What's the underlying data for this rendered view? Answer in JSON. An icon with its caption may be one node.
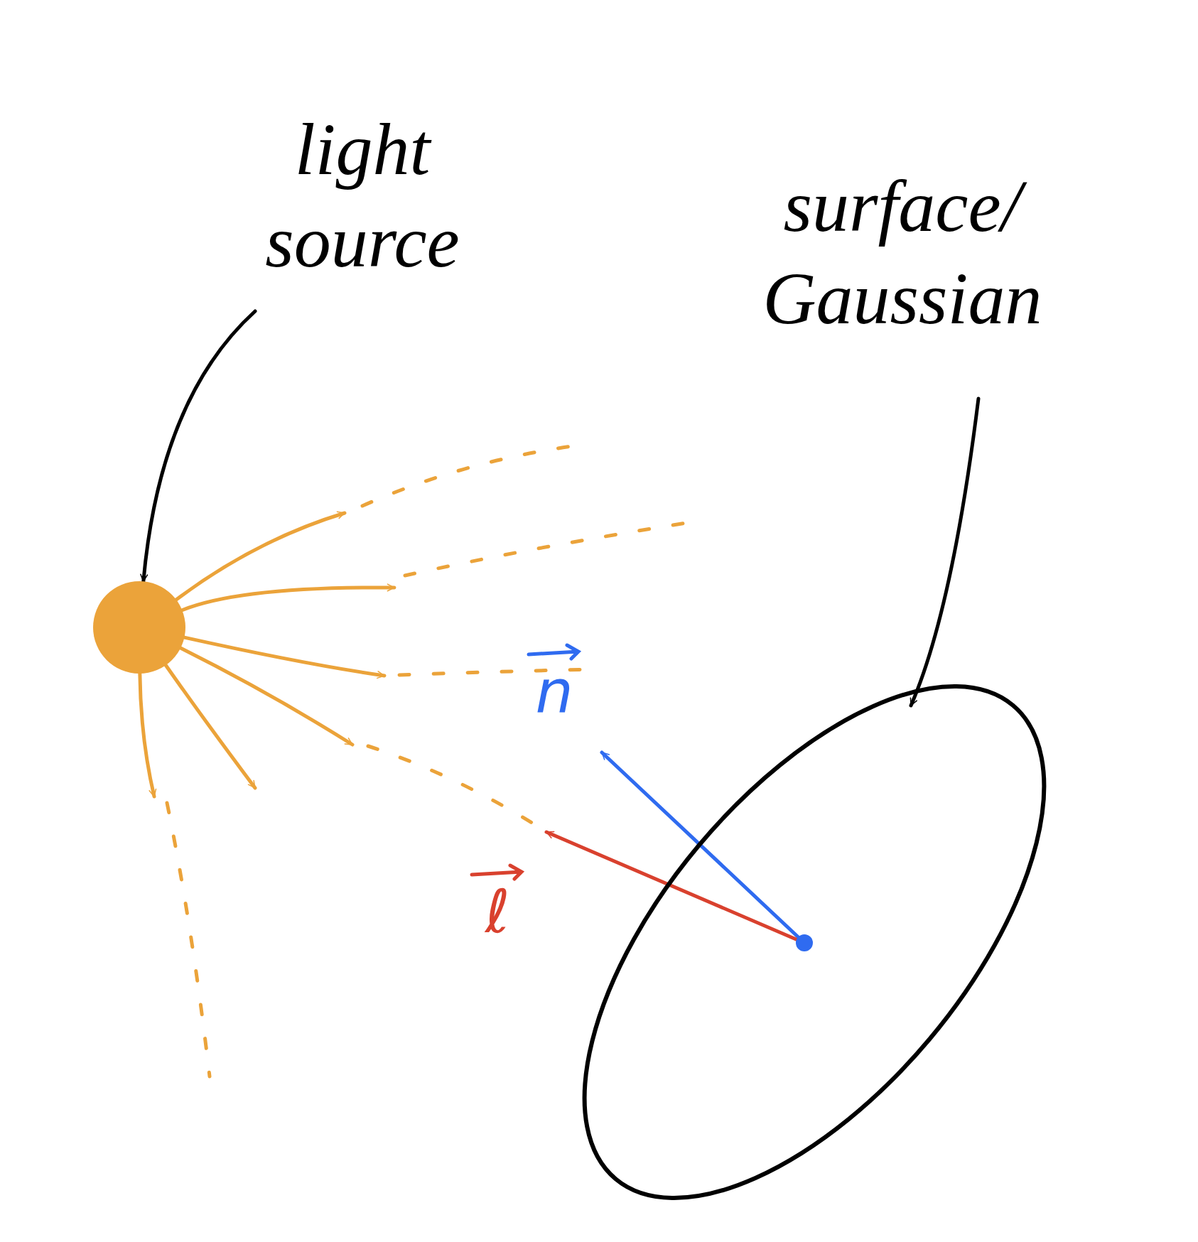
{
  "diagram": {
    "nodes": [
      {
        "text": [
          "light source"
        ]
      },
      {
        "text": [],
        "shape": "circle"
      },
      {
        "text": [
          "surface/ Gaussian"
        ]
      },
      {
        "text": [],
        "shape": "ellipse"
      },
      {
        "text": [],
        "shape": "circle",
        "in": 3
      }
    ],
    "edges": [
      {
        "from": 0,
        "to": 1,
        "arrow": "to",
        "color": "#000000"
      },
      {
        "from": 1,
        "to": null,
        "arrow": "to",
        "color": "#eba33a"
      },
      {
        "from": 1,
        "to": null,
        "arrow": "to",
        "color": "#eba33a"
      },
      {
        "from": 1,
        "to": null,
        "arrow": "to",
        "color": "#eba33a"
      },
      {
        "from": 1,
        "to": null,
        "arrow": "to",
        "color": "#eba33a"
      },
      {
        "from": 1,
        "to": null,
        "arrow": "to",
        "color": "#eba33a"
      },
      {
        "from": 1,
        "to": null,
        "arrow": "to",
        "color": "#eba33a"
      },
      {
        "from": 2,
        "to": 3,
        "arrow": "to",
        "color": "#000000"
      },
      {
        "from": 4,
        "to": null,
        "arrow": "to",
        "label": "n",
        "color": "#2f6bf0"
      },
      {
        "from": 4,
        "to": null,
        "arrow": "to",
        "label": "ℓ",
        "color": "#d9412e"
      }
    ]
  }
}
